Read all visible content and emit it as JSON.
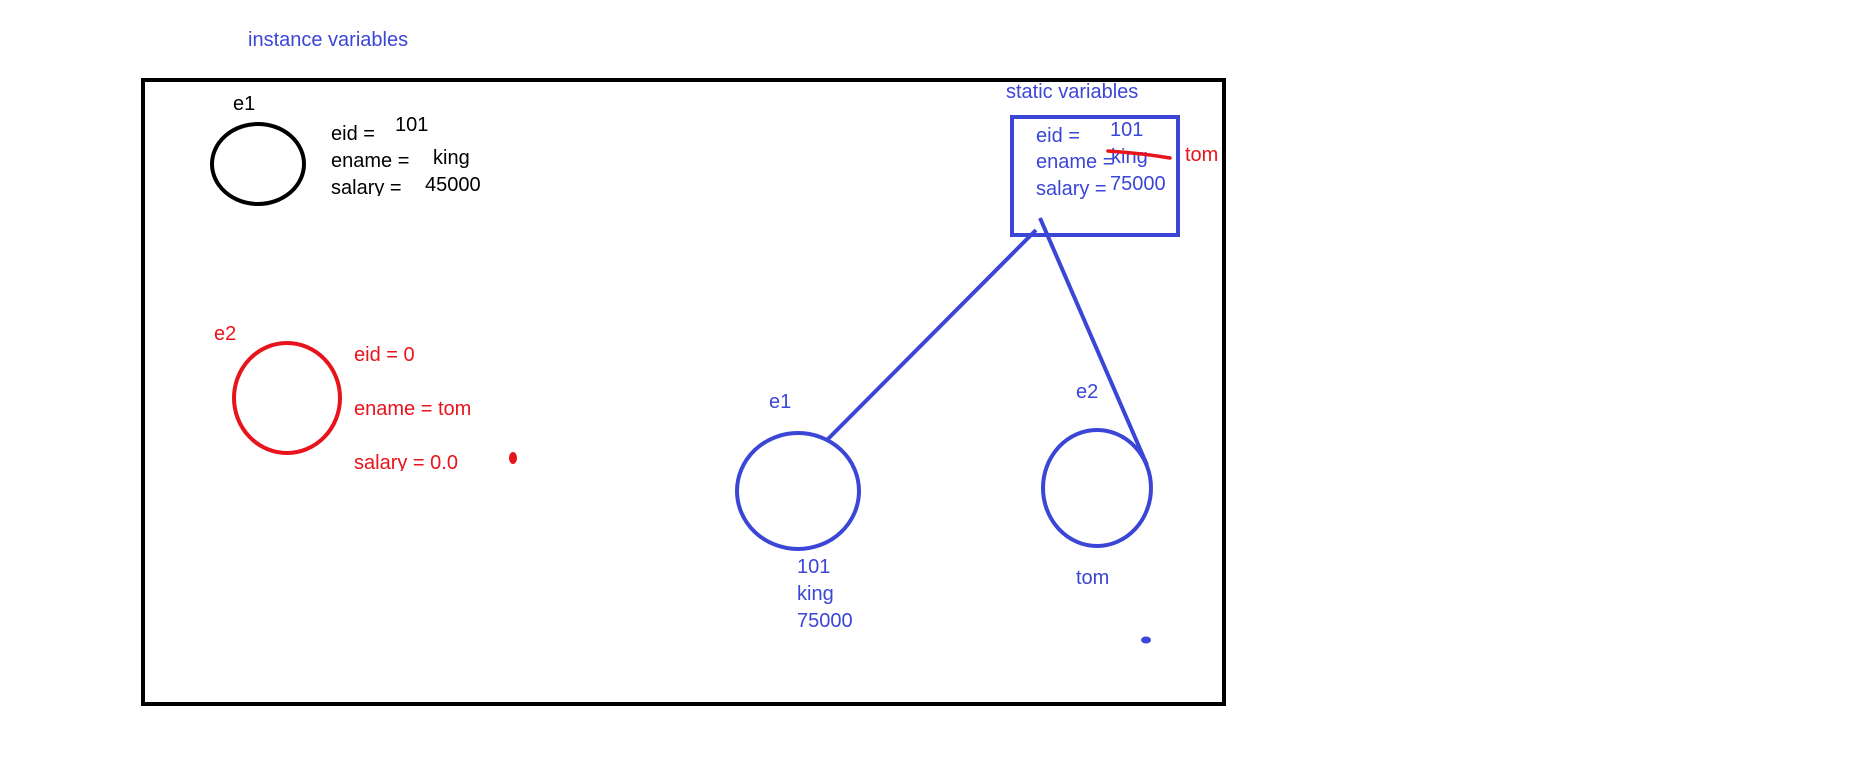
{
  "colors": {
    "black": "#000000",
    "red": "#e8141c",
    "blue": "#3b46d6",
    "title_blue": "#3b46d6"
  },
  "title": "instance variables",
  "e1": {
    "label": "e1",
    "eid_label": "eid =",
    "eid_value": "101",
    "ename_label": "ename =",
    "ename_value": "king",
    "salary_label": "salary =",
    "salary_value": "45000"
  },
  "e2": {
    "label": "e2",
    "eid": "eid = 0",
    "ename": "ename = tom",
    "salary": "salary = 0.0"
  },
  "static": {
    "title": "static variables",
    "eid_label": "eid =",
    "eid_value": "101",
    "ename_label": "ename =",
    "ename_value": "king",
    "ename_new": "tom",
    "salary_label": "salary =",
    "salary_value": "75000"
  },
  "obj_e1": {
    "label": "e1",
    "v1": "101",
    "v2": "king",
    "v3": "75000"
  },
  "obj_e2": {
    "label": "e2",
    "v1": "tom"
  }
}
